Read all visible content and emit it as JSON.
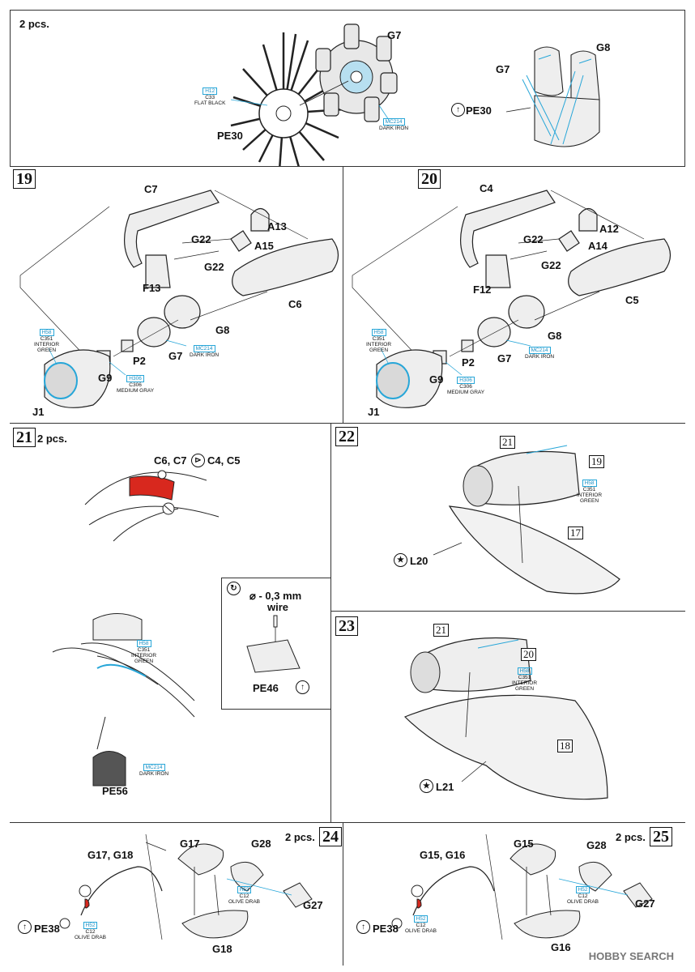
{
  "top": {
    "pcs": "2 pcs.",
    "labels": {
      "g7": "G7",
      "g7b": "G7",
      "g8": "G8",
      "pe30": "PE30",
      "pe30b": "PE30"
    },
    "callout_h12": {
      "code": "H12",
      "c": "C33",
      "name": "FLAT BLACK"
    },
    "callout_mc214": {
      "code": "MC214",
      "name": "DARK IRON"
    }
  },
  "step19": {
    "num": "19",
    "labels": {
      "c7": "C7",
      "a13": "A13",
      "g22a": "G22",
      "a15": "A15",
      "g22b": "G22",
      "f13": "F13",
      "c6": "C6",
      "g8": "G8",
      "p2": "P2",
      "g7": "G7",
      "g9": "G9",
      "j1": "J1"
    },
    "callout_h58": {
      "code": "H58",
      "c": "C351",
      "name": "INTERIOR",
      "name2": "GREEN"
    },
    "callout_mc214": {
      "code": "MC214",
      "name": "DARK IRON"
    },
    "callout_h306": {
      "code": "H306",
      "c": "C306",
      "name": "MEDIUM GRAY"
    }
  },
  "step20": {
    "num": "20",
    "labels": {
      "c4": "C4",
      "a12": "A12",
      "g22a": "G22",
      "a14": "A14",
      "g22b": "G22",
      "f12": "F12",
      "c5": "C5",
      "g8": "G8",
      "p2": "P2",
      "g7": "G7",
      "g9": "G9",
      "j1": "J1"
    },
    "callout_h58": {
      "code": "H58",
      "c": "C351",
      "name": "INTERIOR",
      "name2": "GREEN"
    },
    "callout_mc214": {
      "code": "MC214",
      "name": "DARK IRON"
    },
    "callout_h306": {
      "code": "H306",
      "c": "C306",
      "name": "MEDIUM GRAY"
    }
  },
  "step21": {
    "num": "21",
    "pcs": "2 pcs.",
    "parts_left": "C6, C7",
    "parts_right": "C4, C5",
    "wire_dim": "- 0,3 mm",
    "wire_word": "wire",
    "pe46": "PE46",
    "pe56": "PE56",
    "callout_h58": {
      "code": "H58",
      "c": "C351",
      "name": "INTERIOR",
      "name2": "GREEN"
    },
    "callout_mc214": {
      "code": "MC214",
      "name": "DARK IRON"
    }
  },
  "step22": {
    "num": "22",
    "ref21": "21",
    "ref19": "19",
    "ref17": "17",
    "l20": "L20",
    "callout_h58": {
      "code": "H58",
      "c": "C351",
      "name": "INTERIOR",
      "name2": "GREEN"
    }
  },
  "step23": {
    "num": "23",
    "ref21": "21",
    "ref20": "20",
    "ref18": "18",
    "l21": "L21",
    "callout_h58": {
      "code": "H58",
      "c": "C351",
      "name": "INTERIOR",
      "name2": "GREEN"
    }
  },
  "step24": {
    "num": "24",
    "pcs": "2 pcs.",
    "labels": {
      "g1718": "G17, G18",
      "pe38": "PE38",
      "g17": "G17",
      "g28": "G28",
      "g27": "G27",
      "g18": "G18"
    },
    "callout_h52a": {
      "code": "H52",
      "c": "C12",
      "name": "OLIVE DRAB"
    },
    "callout_h52b": {
      "code": "H52",
      "c": "C12",
      "name": "OLIVE DRAB"
    }
  },
  "step25": {
    "num": "25",
    "pcs": "2 pcs.",
    "labels": {
      "g1516": "G15, G16",
      "pe38": "PE38",
      "g15": "G15",
      "g28": "G28",
      "g27": "G27",
      "g16": "G16"
    },
    "callout_h52a": {
      "code": "H52",
      "c": "C12",
      "name": "OLIVE DRAB"
    },
    "callout_h52b": {
      "code": "H52",
      "c": "C12",
      "name": "OLIVE DRAB"
    }
  },
  "watermark": "HOBBY SEARCH",
  "colors": {
    "callout_blue": "#27a6d8",
    "paint_red": "#d8281e",
    "line": "#222222"
  }
}
